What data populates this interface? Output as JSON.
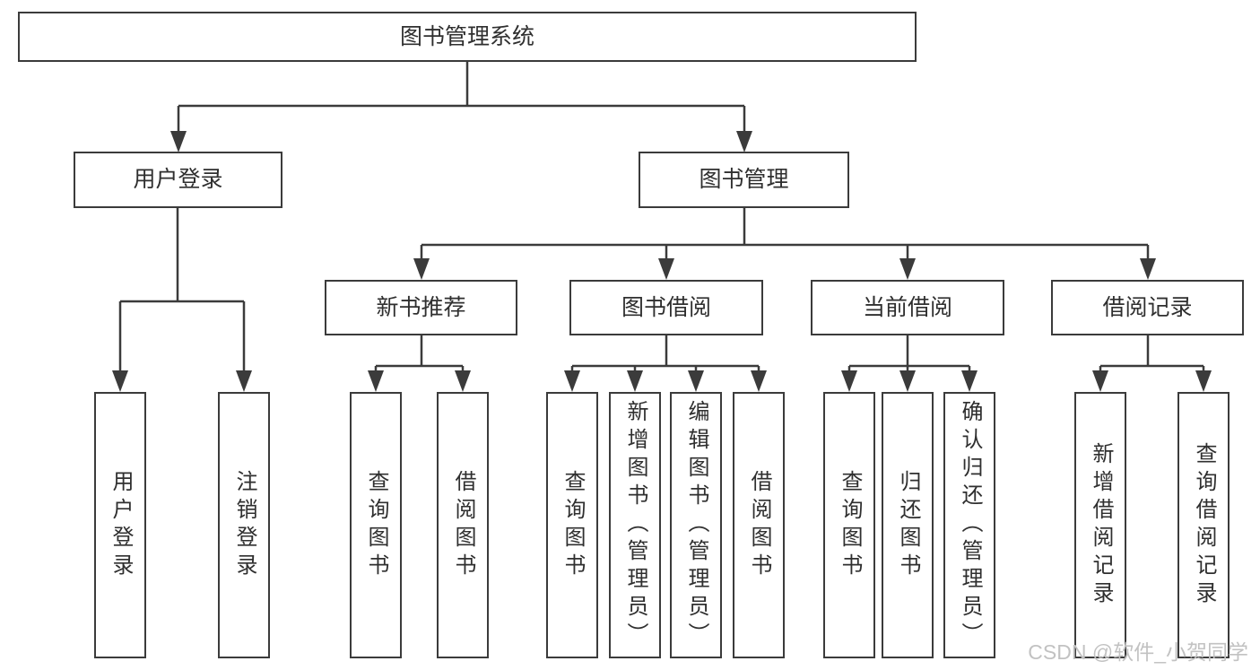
{
  "tree": {
    "root": {
      "label": "图书管理系统"
    },
    "children": [
      {
        "label": "用户登录",
        "children": [
          {
            "label": "用户登录"
          },
          {
            "label": "注销登录"
          }
        ]
      },
      {
        "label": "图书管理",
        "children": [
          {
            "label": "新书推荐",
            "children": [
              {
                "label": "查询图书"
              },
              {
                "label": "借阅图书"
              }
            ]
          },
          {
            "label": "图书借阅",
            "children": [
              {
                "label": "查询图书"
              },
              {
                "label": "新增图书（管理员）"
              },
              {
                "label": "编辑图书（管理员）"
              },
              {
                "label": "借阅图书"
              }
            ]
          },
          {
            "label": "当前借阅",
            "children": [
              {
                "label": "查询图书"
              },
              {
                "label": "归还图书"
              },
              {
                "label": "确认归还（管理员）"
              }
            ]
          },
          {
            "label": "借阅记录",
            "children": [
              {
                "label": "新增借阅记录"
              },
              {
                "label": "查询借阅记录"
              }
            ]
          }
        ]
      }
    ]
  },
  "watermark": {
    "text": "CSDN @软件_小贺同学"
  },
  "colors": {
    "line": "#3b3b3b",
    "text": "#2f2f2f",
    "watermark": "#c2c2c2",
    "background": "#ffffff"
  }
}
